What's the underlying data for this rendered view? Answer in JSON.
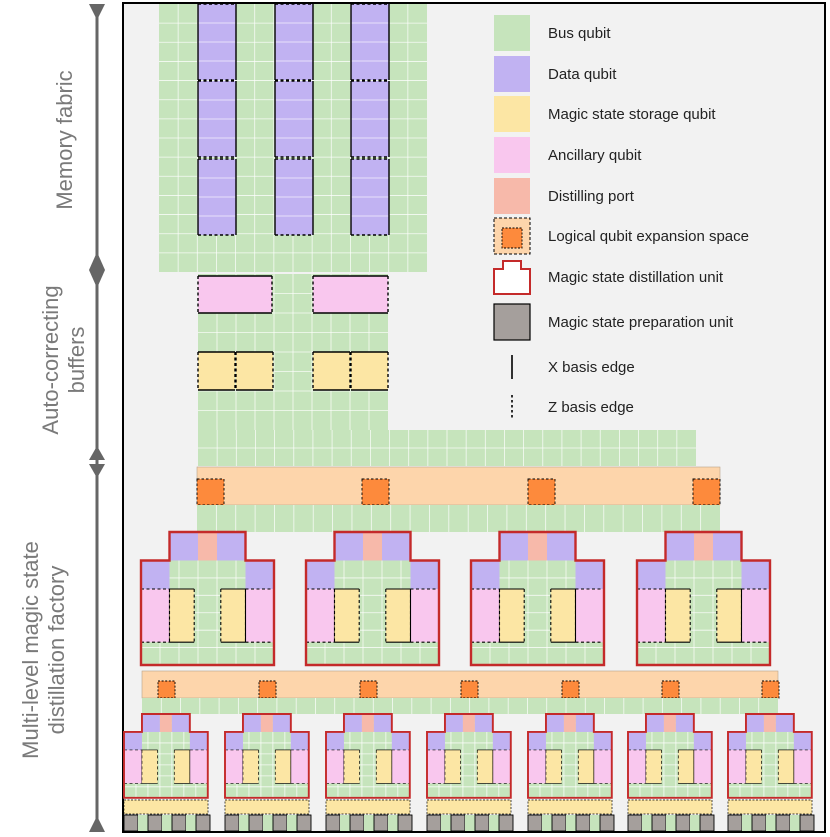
{
  "side_labels": {
    "memory": "Memory fabric",
    "buffers_line1": "Auto-correcting",
    "buffers_line2": "buffers",
    "factory_line1": "Multi-level magic state",
    "factory_line2": "distillation factory"
  },
  "legend": [
    {
      "label": "Bus qubit",
      "symbol": "bus",
      "color": "#c6e4bc"
    },
    {
      "label": "Data qubit",
      "symbol": "data",
      "color": "#c1b2f2"
    },
    {
      "label": "Magic state storage qubit",
      "symbol": "storage",
      "color": "#fce6a4"
    },
    {
      "label": "Ancillary qubit",
      "symbol": "ancilla",
      "color": "#f9c7ee"
    },
    {
      "label": "Distilling port",
      "symbol": "port",
      "color": "#f7b9aa"
    },
    {
      "label": "Logical qubit expansion space",
      "symbol": "expansion",
      "color": "#fd8a3c"
    },
    {
      "label": "Magic state distillation unit",
      "symbol": "unit",
      "color": "#c42a2a"
    },
    {
      "label": "Magic state preparation unit",
      "symbol": "prep",
      "color": "#a59f9c"
    },
    {
      "label": "X basis edge",
      "symbol": "xedge",
      "color": "#000000"
    },
    {
      "label": "Z basis edge",
      "symbol": "zedge",
      "color": "#000000"
    }
  ],
  "colors": {
    "background": "#f2f2f2",
    "frame": "#000000",
    "bus": "#c6e4bc",
    "data": "#c1b2f2",
    "storage": "#fce6a4",
    "ancilla": "#f9c7ee",
    "port": "#f7b9aa",
    "expansion_strip": "#fdd5ab",
    "expansion": "#fd8a3c",
    "unit_outline": "#c42a2a",
    "prep": "#a59f9c",
    "axis": "#666666"
  }
}
